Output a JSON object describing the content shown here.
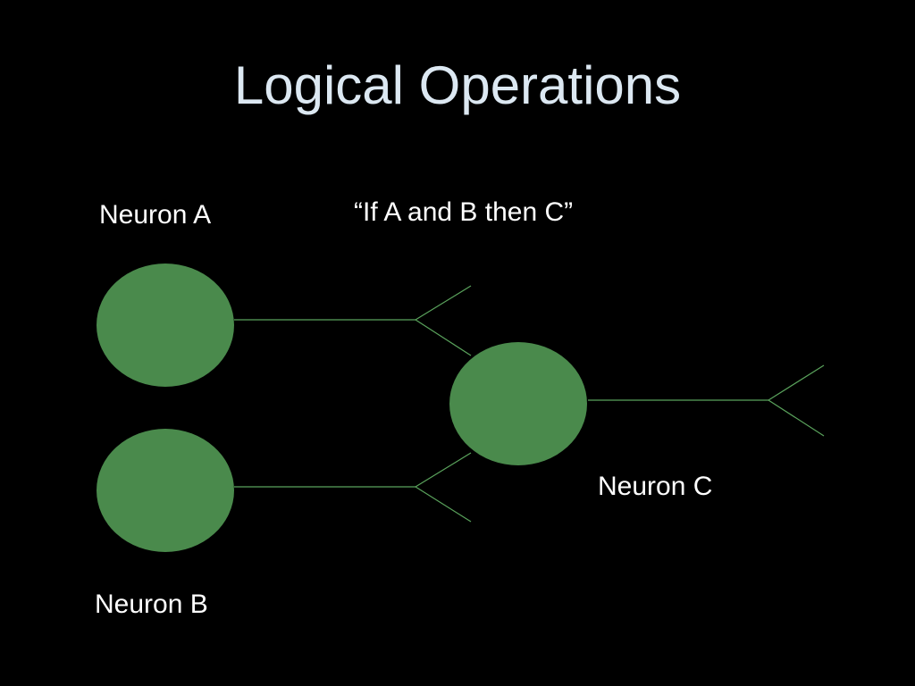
{
  "slide": {
    "title": "Logical Operations",
    "caption": "“If A and B then C”",
    "neurons": [
      {
        "id": "A",
        "label": "Neuron A"
      },
      {
        "id": "B",
        "label": "Neuron B"
      },
      {
        "id": "C",
        "label": "Neuron C"
      }
    ]
  },
  "colors": {
    "background": "#000000",
    "title": "#dce8f2",
    "text": "#ffffff",
    "neuron_fill": "#4a8a4c",
    "connection": "#5aa35c"
  }
}
